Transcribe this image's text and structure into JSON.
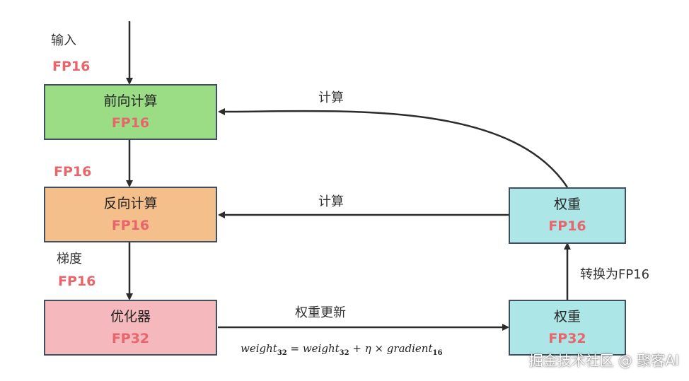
{
  "colors": {
    "forward_fill": "#9bdd84",
    "backward_fill": "#f5bf8c",
    "optimizer_fill": "#f4b8bd",
    "weight_fill": "#ade6e7",
    "precision_text": "#e8666b",
    "stroke": "#3f4f60"
  },
  "boxes": {
    "forward": {
      "title": "前向计算",
      "precision": "FP16"
    },
    "backward": {
      "title": "反向计算",
      "precision": "FP16"
    },
    "optimizer": {
      "title": "优化器",
      "precision": "FP32"
    },
    "weight16": {
      "title": "权重",
      "precision": "FP16"
    },
    "weight32": {
      "title": "权重",
      "precision": "FP32"
    }
  },
  "labels": {
    "input": "输入",
    "input_precision": "FP16",
    "forward_to_backward_precision": "FP16",
    "gradient": "梯度",
    "gradient_precision": "FP16",
    "compute_top": "计算",
    "compute_mid": "计算",
    "update_weight": "权重更新",
    "convert": "转换为FP16"
  },
  "formula": {
    "lhs": "weight",
    "lhs_sub": "32",
    "eq": " = ",
    "rhs_weight": "weight",
    "rhs_weight_sub": "32",
    "plus": " + ",
    "eta": "η",
    "times": " × ",
    "gradient": "gradient",
    "gradient_sub": "16"
  },
  "watermark": "掘金技术社区 @ 聚客AI"
}
